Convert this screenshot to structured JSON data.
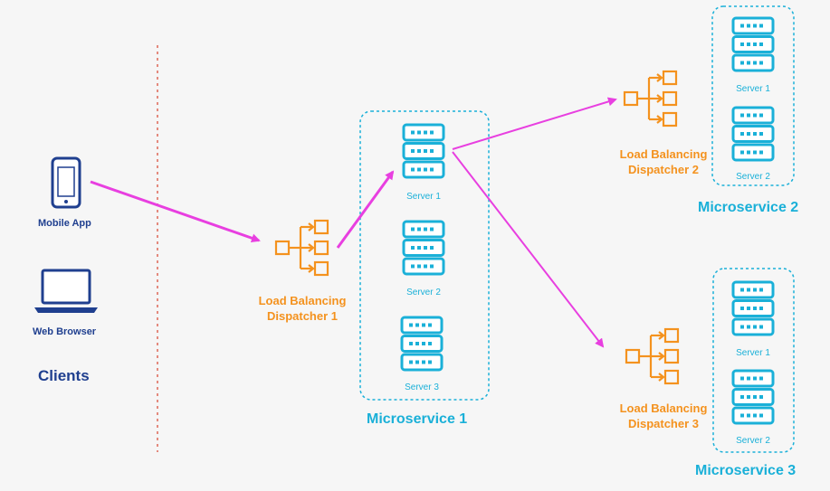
{
  "colors": {
    "background": "#f6f6f6",
    "client_blue": "#1f3f8f",
    "server_cyan": "#1ab0d8",
    "dispatcher_orange": "#f4921e",
    "arrow_magenta": "#e83fe0",
    "divider_red": "#e07060"
  },
  "clients": {
    "mobile_label": "Mobile App",
    "browser_label": "Web Browser",
    "title": "Clients"
  },
  "dispatchers": {
    "d1": {
      "line1": "Load Balancing",
      "line2": "Dispatcher 1"
    },
    "d2": {
      "line1": "Load Balancing",
      "line2": "Dispatcher 2"
    },
    "d3": {
      "line1": "Load Balancing",
      "line2": "Dispatcher 3"
    }
  },
  "microservices": {
    "ms1": {
      "title": "Microservice 1",
      "servers": [
        "Server 1",
        "Server 2",
        "Server 3"
      ]
    },
    "ms2": {
      "title": "Microservice 2",
      "servers": [
        "Server 1",
        "Server 2"
      ]
    },
    "ms3": {
      "title": "Microservice 3",
      "servers": [
        "Server 1",
        "Server 2"
      ]
    }
  },
  "icons": [
    "phone-icon",
    "laptop-icon",
    "dispatcher-icon",
    "server-rack-icon"
  ]
}
